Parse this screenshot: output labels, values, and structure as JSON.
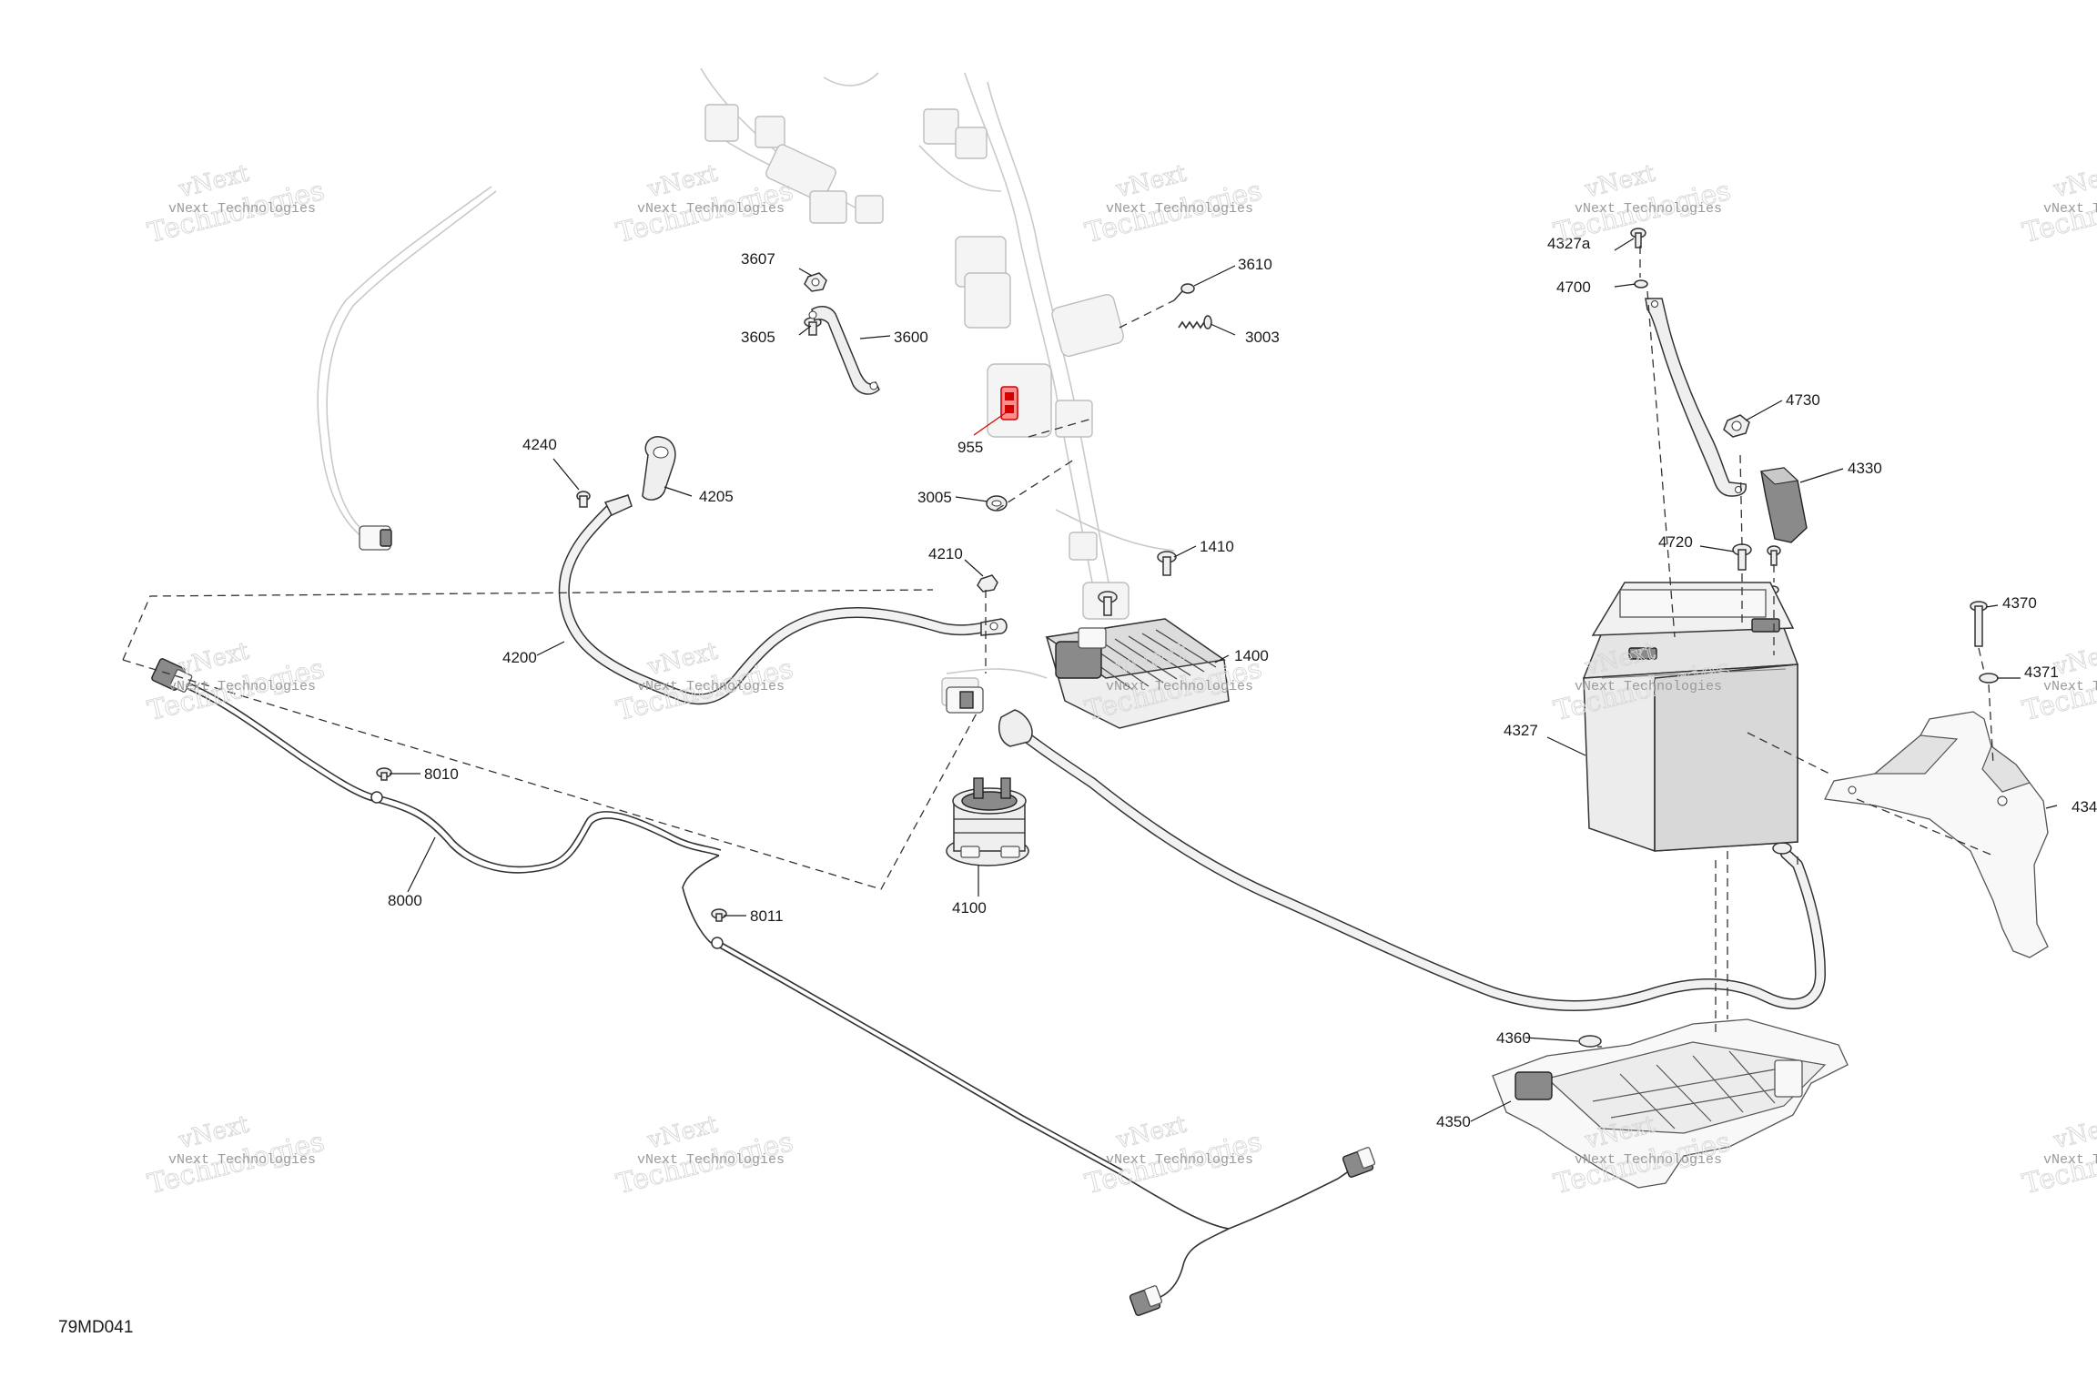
{
  "figure_id": "79MD041",
  "watermark": {
    "line_top": "vNext",
    "line_mid": "vNext Technologies",
    "line_big": "Technologies"
  },
  "callouts": [
    {
      "id": "c3607",
      "label": "3607"
    },
    {
      "id": "c3605",
      "label": "3605"
    },
    {
      "id": "c3600",
      "label": "3600"
    },
    {
      "id": "c3610",
      "label": "3610"
    },
    {
      "id": "c3003",
      "label": "3003"
    },
    {
      "id": "c955",
      "label": "955",
      "highlight": true
    },
    {
      "id": "c3005",
      "label": "3005"
    },
    {
      "id": "c4240",
      "label": "4240"
    },
    {
      "id": "c4205",
      "label": "4205"
    },
    {
      "id": "c4210",
      "label": "4210"
    },
    {
      "id": "c1410",
      "label": "1410"
    },
    {
      "id": "c4200",
      "label": "4200"
    },
    {
      "id": "c1400",
      "label": "1400"
    },
    {
      "id": "c8010",
      "label": "8010"
    },
    {
      "id": "c8000",
      "label": "8000"
    },
    {
      "id": "c8011",
      "label": "8011"
    },
    {
      "id": "c4100",
      "label": "4100"
    },
    {
      "id": "c4327a",
      "label": "4327a"
    },
    {
      "id": "c4700",
      "label": "4700"
    },
    {
      "id": "c4730",
      "label": "4730"
    },
    {
      "id": "c4330",
      "label": "4330"
    },
    {
      "id": "c4720",
      "label": "4720"
    },
    {
      "id": "c4370",
      "label": "4370"
    },
    {
      "id": "c4371",
      "label": "4371"
    },
    {
      "id": "c4327",
      "label": "4327"
    },
    {
      "id": "c434",
      "label": "434"
    },
    {
      "id": "c4360",
      "label": "4360"
    },
    {
      "id": "c4350",
      "label": "4350"
    }
  ],
  "colors": {
    "line": "#333333",
    "highlight": "#d40000",
    "watermark": "#d6d6d6",
    "ghost": "#c9c9c9"
  }
}
